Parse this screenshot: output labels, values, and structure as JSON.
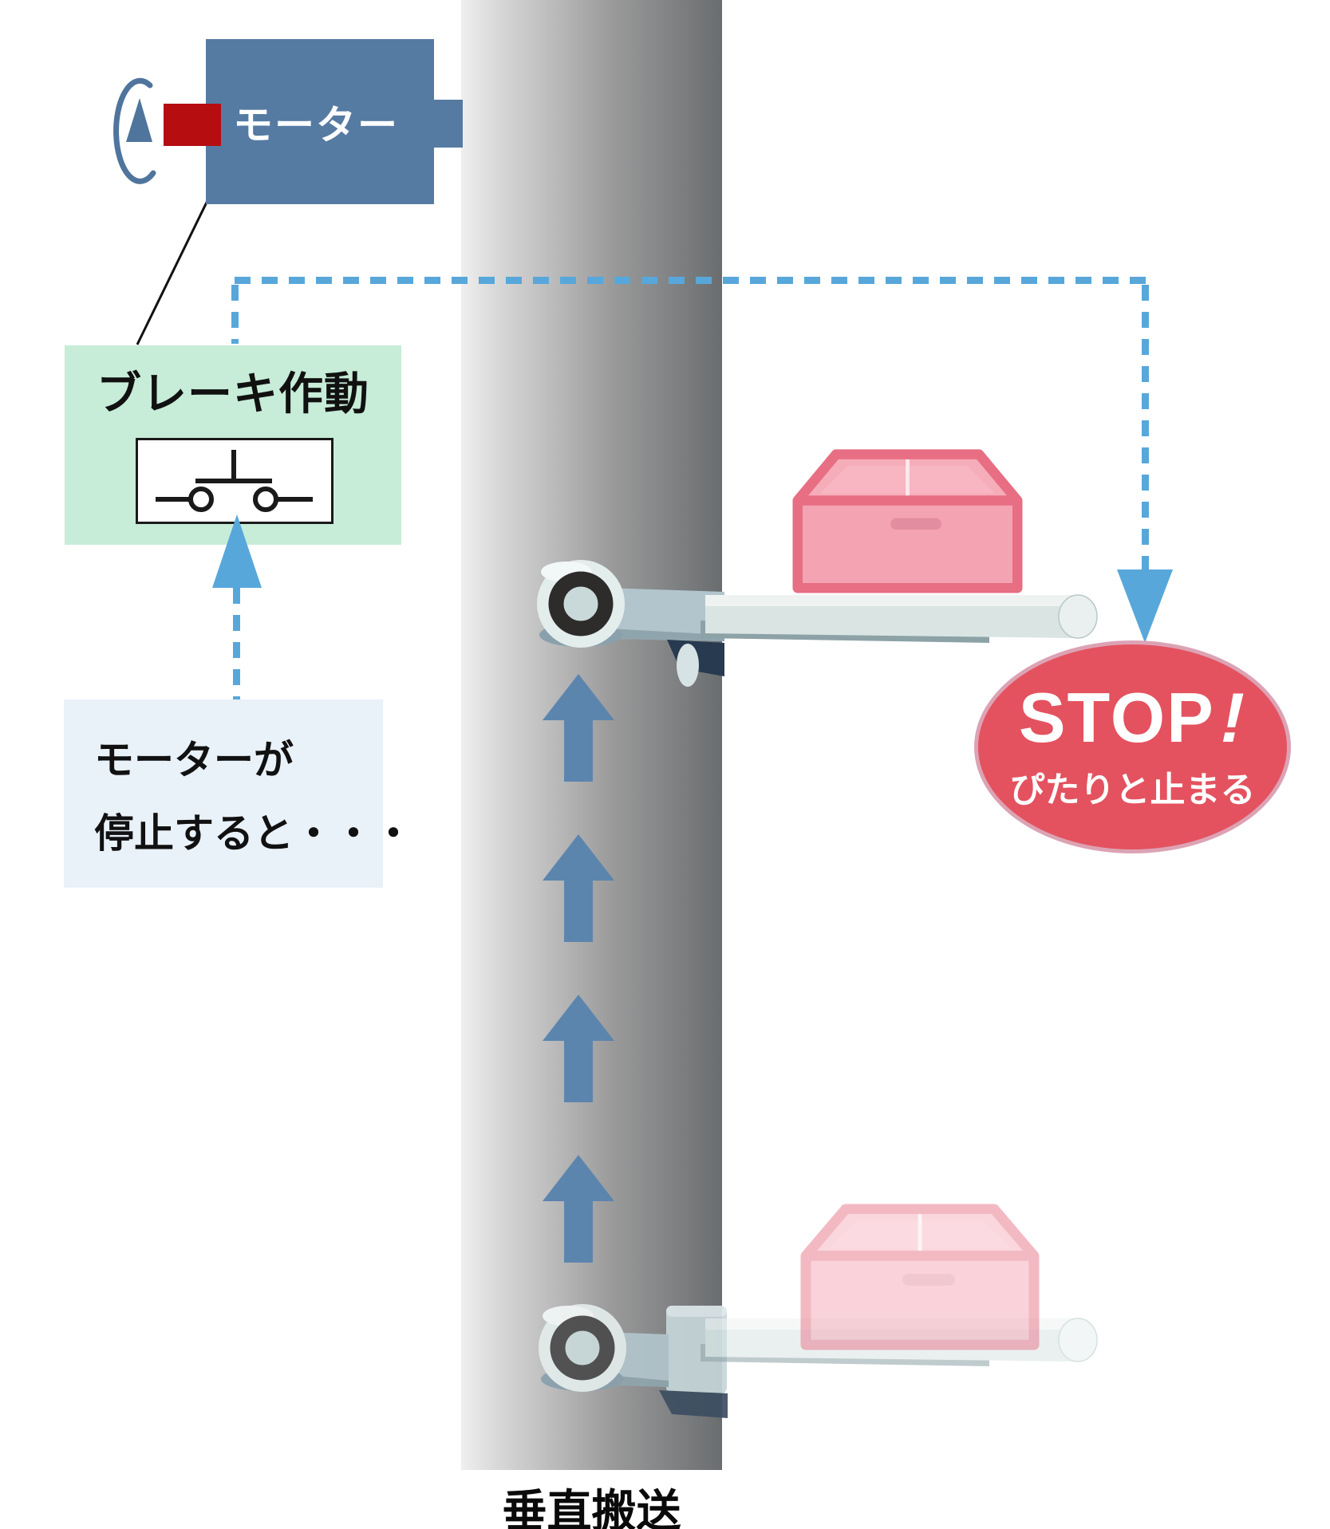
{
  "diagram": {
    "motor_label": "モーター",
    "brake_panel": {
      "title": "ブレーキ作動"
    },
    "condition_box": {
      "line1": "モーターが",
      "line2": "停止すると・・・"
    },
    "stop_badge": {
      "title": "STOP",
      "exclamation": "!",
      "subtitle": "ぴたりと止まる"
    },
    "caption": "垂直搬送"
  },
  "icons": {
    "rotation_arrow": "counterclockwise-rotation-arrow",
    "switch_symbol": "pushbutton-switch-circuit-symbol",
    "signal_arrow": "dashed-up-arrow",
    "route_arrow": "dashed-down-arrow",
    "conveyor_arrow": "solid-up-arrow",
    "roller": "guide-roller",
    "load_box": "carried-box"
  },
  "colors": {
    "motor_blue": "#567ba3",
    "brake_red": "#b60d10",
    "rotation_blue": "#4f759d",
    "green_panel": "#c7ecd8",
    "info_panel": "#e9f1f9",
    "dash_blue": "#58a7da",
    "conveyor_arrow_blue": "#5c85ae",
    "stop_red": "#e4525f",
    "stop_border_pink": "#dca3b4",
    "load_pink": "#f4a3b2",
    "load_pink_border": "#e76e83",
    "shelf_gray": "#dde8e7",
    "column_dark": "#6a6d6f"
  }
}
